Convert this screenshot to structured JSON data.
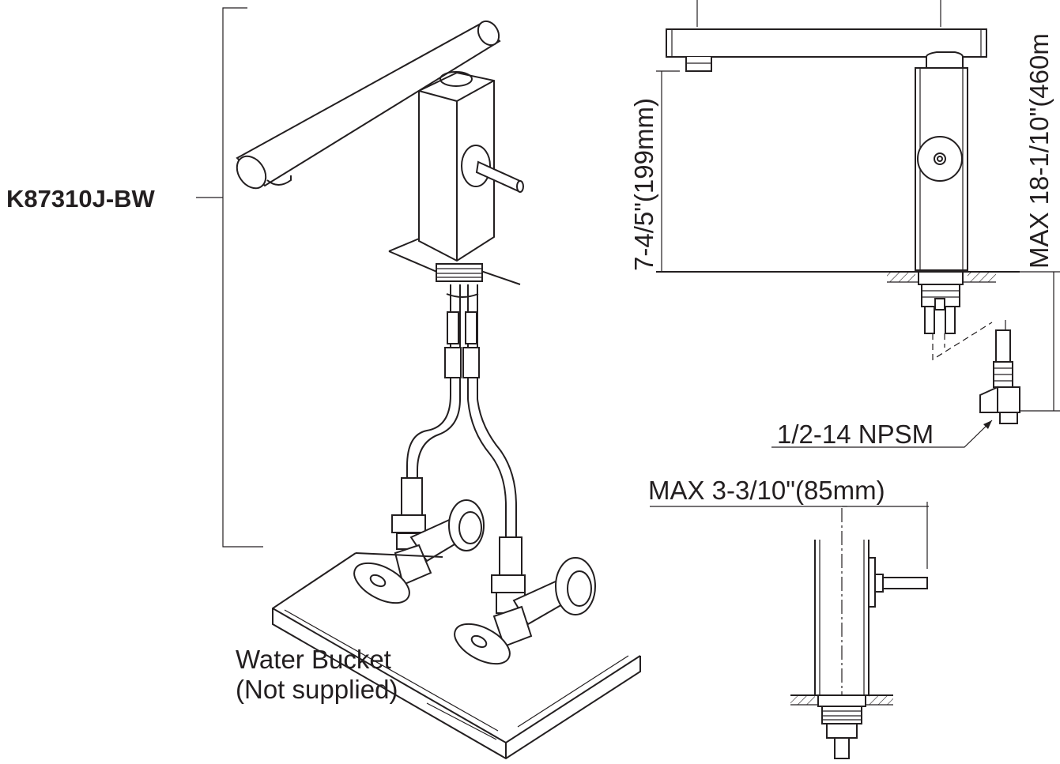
{
  "model": "K87310J-BW",
  "dimensions": {
    "spout_height": "7-4/5\"(199mm)",
    "max_height": "MAX 18-1/10\"(460m",
    "connection": "1/2-14 NPSM",
    "max_depth": "MAX 3-3/10\"(85mm)"
  },
  "bucket_note": {
    "line1": "Water Bucket",
    "line2": "(Not supplied)"
  }
}
